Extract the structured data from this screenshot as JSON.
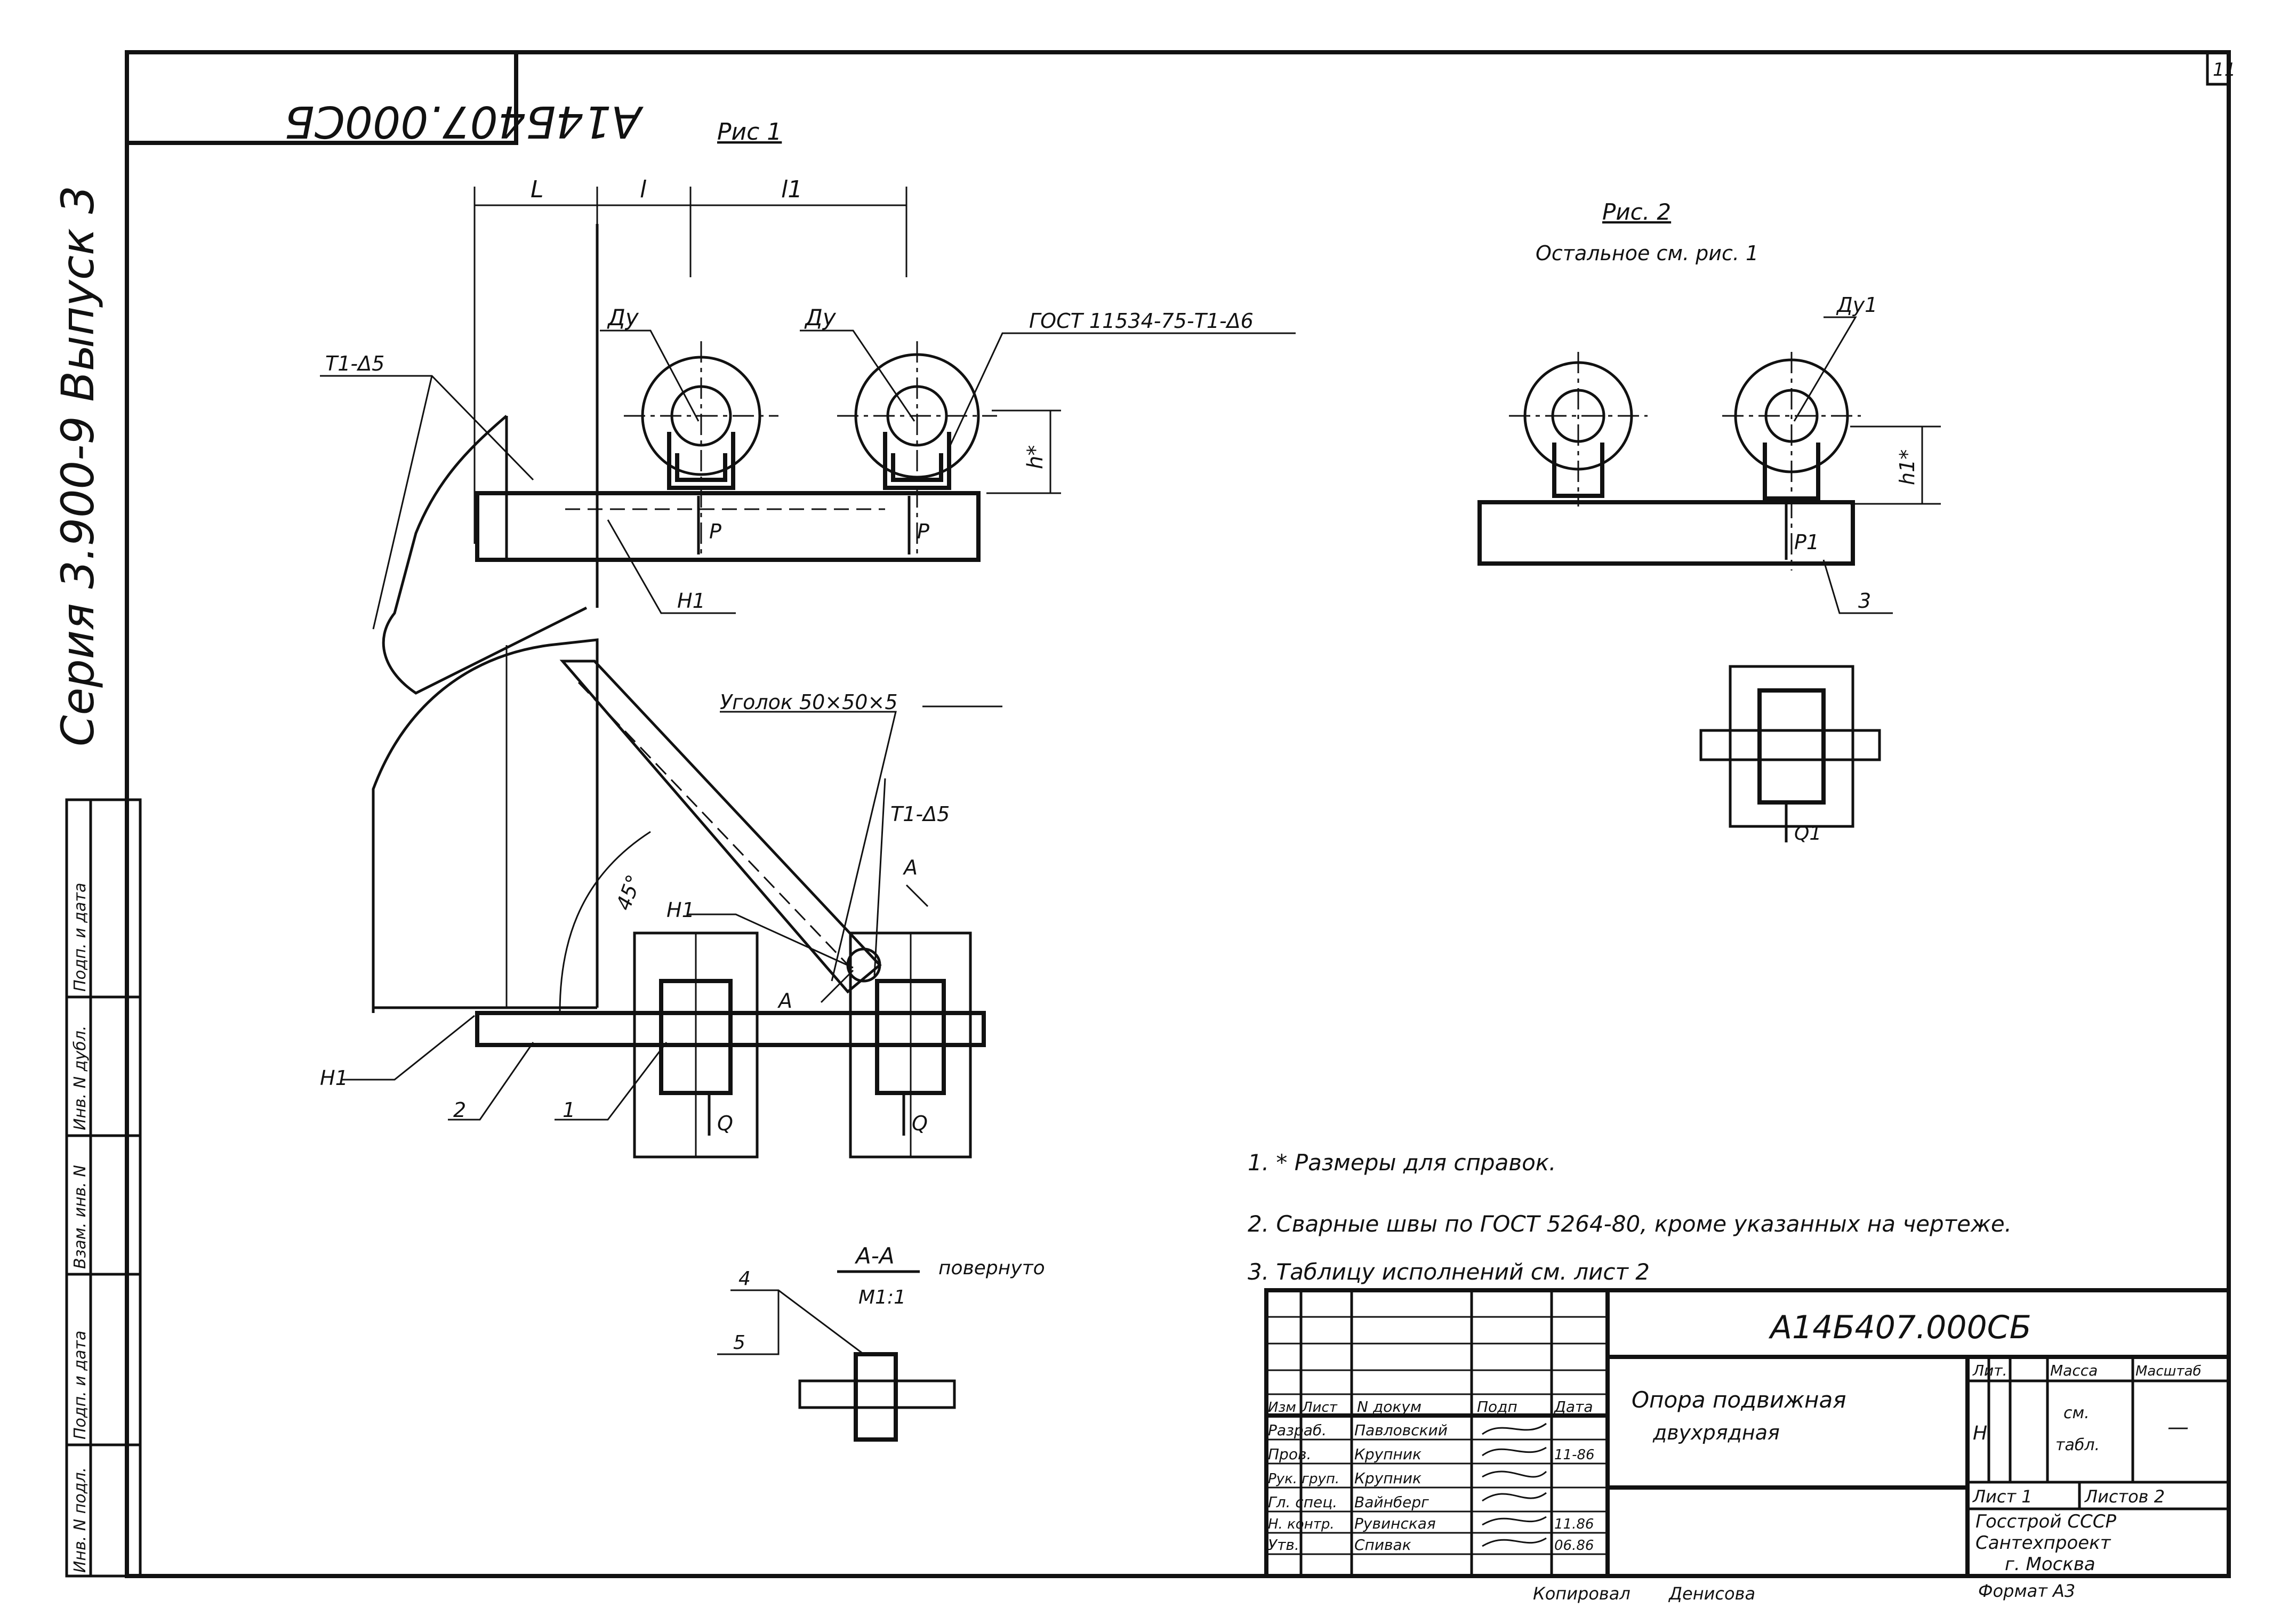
{
  "stamp": {
    "code": "А14Б407.000СБ"
  },
  "series_label": "Серия 3.900-9 Выпуск 3",
  "sheet_corner": "11",
  "fig1": {
    "title": "Рис 1",
    "dims": {
      "L": "L",
      "l": "l",
      "l1": "l1"
    },
    "labels": {
      "dy_left": "Ду",
      "dy_right": "Ду",
      "gost": "ГОСТ 11534-75-Т1-Δ6",
      "t1_d5": "Т1-Δ5",
      "h_star": "h*",
      "p1": "P",
      "p2": "P",
      "h1_top": "Н1",
      "angle": "Уголок 50×50×5",
      "t1_d5_b": "Т1-Δ5",
      "deg45": "45°",
      "h1_mid": "Н1",
      "a_top": "А",
      "a_mid": "А",
      "h1_bottom": "Н1",
      "pos2": "2",
      "pos1": "1",
      "q1": "Q",
      "q2": "Q"
    }
  },
  "fig2": {
    "title": "Рис. 2",
    "subtitle": "Остальное см. рис. 1",
    "labels": {
      "dy1": "Ду1",
      "h1_star": "h1*",
      "p1": "P1",
      "pos3": "3",
      "q1": "Q1"
    }
  },
  "section": {
    "title": "А-А",
    "scale": "М1:1",
    "rotated": "повернуто",
    "pos4": "4",
    "pos5": "5"
  },
  "notes": [
    "1. * Размеры для справок.",
    "2. Сварные швы по ГОСТ 5264-80, кроме указанных на чертеже.",
    "3. Таблицу исполнений см. лист 2"
  ],
  "left_strip": [
    "Инв. N подл.",
    "Подп. и дата",
    "Взам. инв. N",
    "Инв. N дубл.",
    "Подп. и дата"
  ],
  "title_block": {
    "code": "А14Б407.000СБ",
    "name_line1": "Опора подвижная",
    "name_line2": "двухрядная",
    "header": {
      "izm": "Изм",
      "list": "Лист",
      "ndok": "N докум",
      "podp": "Подп",
      "data": "Дата"
    },
    "people": [
      {
        "role": "Разраб.",
        "name": "Павловский",
        "date": ""
      },
      {
        "role": "Пров.",
        "name": "Крупник",
        "date": "11-86"
      },
      {
        "role": "Рук. груп.",
        "name": "Крупник",
        "date": ""
      },
      {
        "role": "Гл. спец.",
        "name": "Вайнберг",
        "date": ""
      },
      {
        "role": "Н. контр.",
        "name": "Рувинская",
        "date": "11.86"
      },
      {
        "role": "Утв.",
        "name": "Спивак",
        "date": "06.86"
      }
    ],
    "lit_header": "Лит.",
    "mass_header": "Масса",
    "scale_header": "Масштаб",
    "lit_value": "Н",
    "mass_value_1": "см.",
    "mass_value_2": "табл.",
    "scale_value": "—",
    "sheet": "Лист 1",
    "sheets": "Листов 2",
    "org1": "Госстрой СССР",
    "org2": "Сантехпроект",
    "org3": "г. Москва"
  },
  "footer": {
    "copied_label": "Копировал",
    "copied_name": "Денисова",
    "format": "Формат А3"
  }
}
